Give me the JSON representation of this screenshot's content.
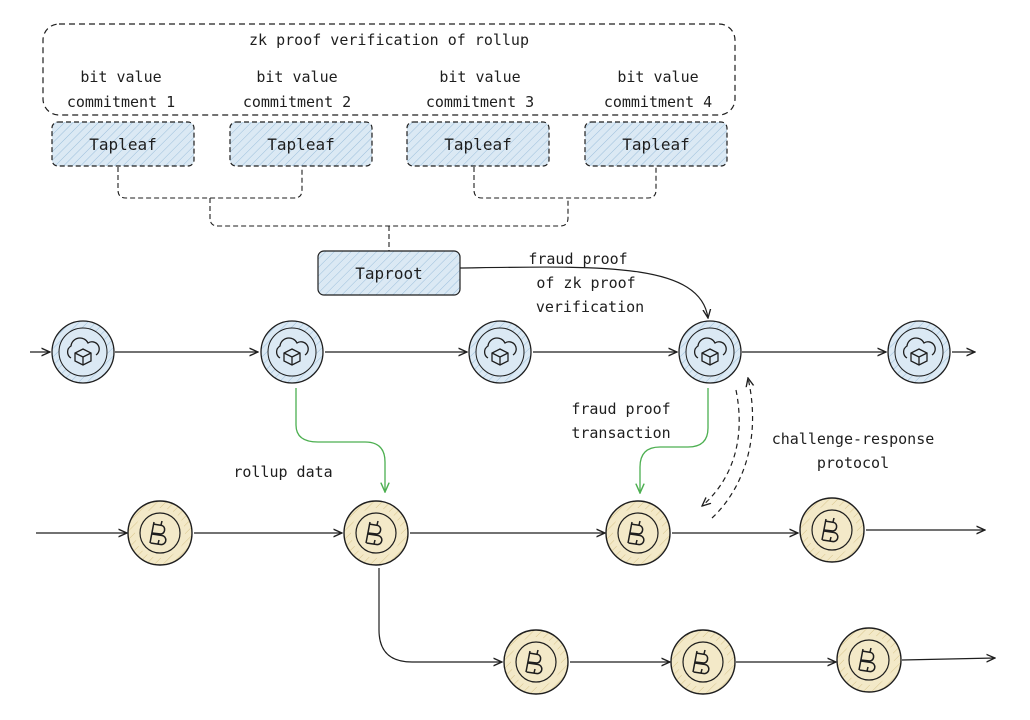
{
  "diagram": {
    "title": "zk proof verification of rollup",
    "commitments": [
      {
        "line1": "bit value",
        "line2": "commitment 1"
      },
      {
        "line1": "bit value",
        "line2": "commitment 2"
      },
      {
        "line1": "bit value",
        "line2": "commitment 3"
      },
      {
        "line1": "bit value",
        "line2": "commitment 4"
      }
    ],
    "tapleaf_label": "Tapleaf",
    "taproot_label": "Taproot",
    "fraud_proof_zk": {
      "line1": "fraud proof",
      "line2": "of zk proof",
      "line3": "verification"
    },
    "rollup_data": "rollup data",
    "fraud_proof_tx": {
      "line1": "fraud proof",
      "line2": "transaction"
    },
    "challenge": {
      "line1": "challenge-response",
      "line2": "protocol"
    }
  },
  "colors": {
    "rollup_node_fill": "#dbe9f4",
    "bitcoin_node_fill": "#f3e9c8",
    "tapleaf_fill": "#dbe9f4",
    "green_arrow": "#4caf50",
    "stroke": "#1e1e1e"
  }
}
